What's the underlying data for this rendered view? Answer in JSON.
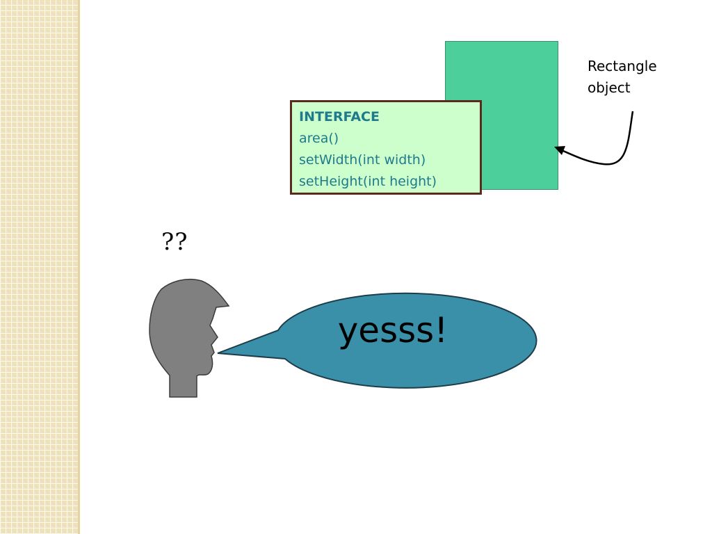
{
  "rectangle": {
    "caption_line1": "Rectangle",
    "caption_line2": "object",
    "fill_color": "#4ccf9a"
  },
  "interface_box": {
    "title": "INTERFACE",
    "methods": [
      "area()",
      "setWidth(int width)",
      "setHeight(int height)"
    ],
    "fill_color": "#ccffcc",
    "text_color": "#1f7a8c"
  },
  "person": {
    "thought": "??",
    "icon": "person-head-silhouette-icon"
  },
  "speech_bubble": {
    "text": "yesss!",
    "fill_color": "#3a90a8"
  },
  "side_strip": {
    "color": "#efe2bb"
  }
}
